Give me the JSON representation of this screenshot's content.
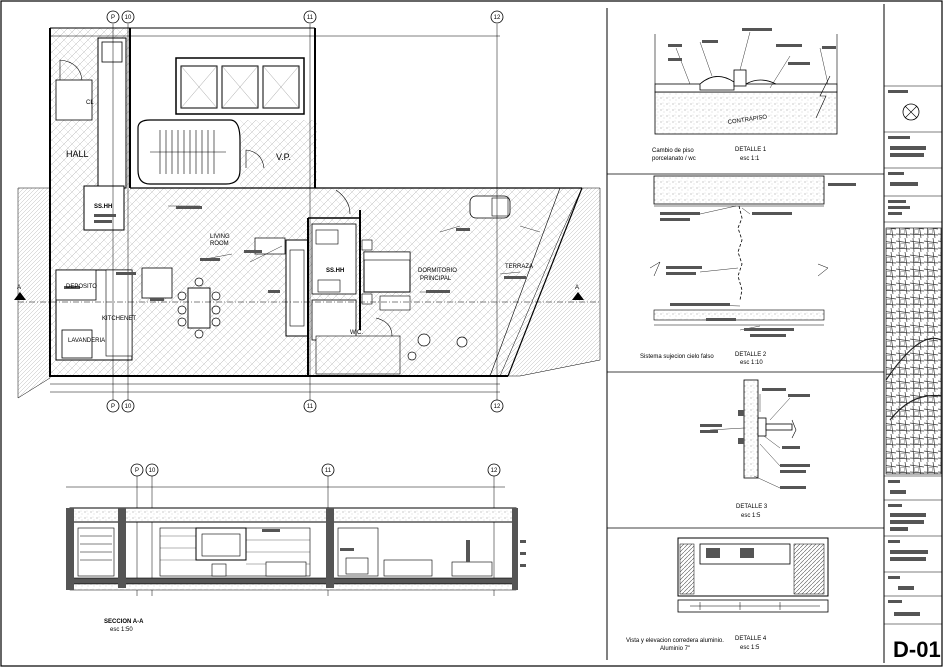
{
  "plan": {
    "grid": [
      "P",
      "10",
      "11",
      "12"
    ],
    "rooms": {
      "hall": "HALL",
      "vp": "V.P.",
      "living": "LIVING",
      "room": "ROOM",
      "ssh1": "SS.HH",
      "ssh2": "SS.HH",
      "kitchen": "KITCHENET",
      "dorm1": "DORMITORIO",
      "dorm2": "PRINCIPAL",
      "terraza": "TERRAZA",
      "wc": "W.C.",
      "cl": "CL",
      "deposito": "DEPOSITO",
      "lavand": "LAVANDERIA"
    },
    "section_marker": "A"
  },
  "section": {
    "title": "SECCION A-A",
    "scale": "esc 1:50"
  },
  "details": [
    {
      "title": "DETALLE 1",
      "scale": "esc 1:1",
      "note1": "Cambio de piso",
      "note2": "porcelanato / wc",
      "tag": "CONTRAPISO"
    },
    {
      "title": "DETALLE 2",
      "scale": "esc 1:10",
      "note": "Sistema sujecion cielo falso"
    },
    {
      "title": "DETALLE 3",
      "scale": "esc 1:5"
    },
    {
      "title": "DETALLE 4",
      "scale": "esc 1:5",
      "note1": "Vista y elevacion corredera aluminio.",
      "note2": "Aluminio 7\""
    }
  ],
  "titleblock": {
    "sheet_code": "D-01"
  },
  "colors": {
    "line": "#000000",
    "hatch": "#9a9a9a",
    "dark_fill": "#555555"
  }
}
